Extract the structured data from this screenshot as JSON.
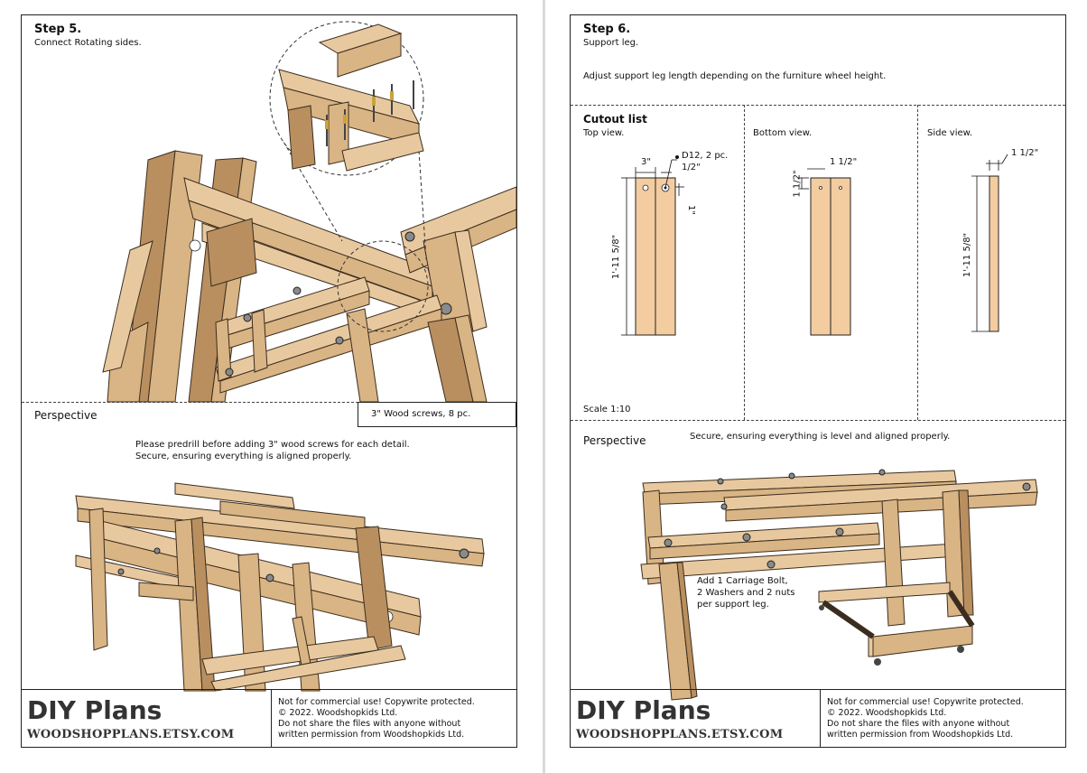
{
  "left_page": {
    "step_title": "Step 5.",
    "step_subtitle": "Connect Rotating sides.",
    "section_label": "Perspective",
    "callout_text": "3\" Wood screws, 8 pc.",
    "instructions": [
      "Please predrill before adding 3\" wood screws for each detail.",
      "Secure, ensuring everything is aligned properly."
    ],
    "footer": {
      "brand": "DIY Plans",
      "site": "WOODSHOPPLANS.ETSY.COM",
      "legal": [
        "Not for commercial use! Copywrite protected.",
        "© 2022. Woodshopkids Ltd.",
        "Do not share the files with anyone without",
        "written permission from Woodshopkids Ltd."
      ]
    }
  },
  "right_page": {
    "step_title": "Step 6.",
    "step_subtitle": "Support leg.",
    "step_note": "Adjust support leg length depending on the furniture wheel height.",
    "cutout_title": "Cutout list",
    "views": {
      "top": "Top view.",
      "bottom": "Bottom view.",
      "side": "Side view."
    },
    "dimensions": {
      "top_width": "3\"",
      "hole_spec": "D12, 2 pc.",
      "hole_offset": "1/2\"",
      "top_inset": "1\"",
      "length": "1'-11 5/8\"",
      "bottom_offset_h": "1 1/2\"",
      "bottom_offset_v": "1 1/2\"",
      "side_thickness": "1 1/2\"",
      "side_length": "1'-11 5/8\""
    },
    "scale": "Scale 1:10",
    "section_label": "Perspective",
    "perspective_note": "Secure, ensuring everything is level and aligned properly.",
    "carriage_note": [
      "Add 1 Carriage Bolt,",
      "2 Washers and 2 nuts",
      "per support leg."
    ],
    "footer": {
      "brand": "DIY Plans",
      "site": "WOODSHOPPLANS.ETSY.COM",
      "legal": [
        "Not for commercial use! Copywrite protected.",
        "© 2022. Woodshopkids Ltd.",
        "Do not share the files with anyone without",
        "written permission from Woodshopkids Ltd."
      ]
    }
  }
}
